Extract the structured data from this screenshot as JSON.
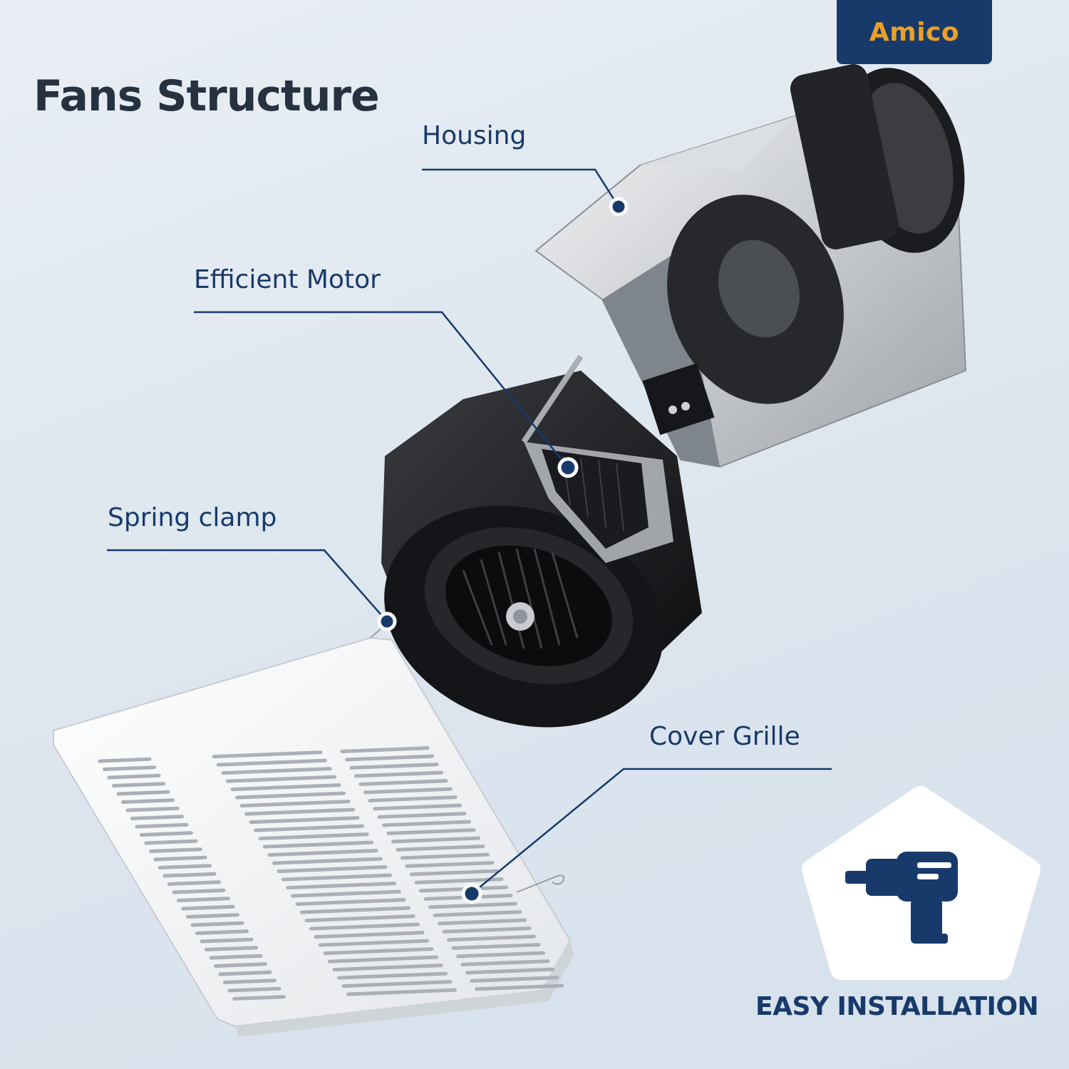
{
  "brand": {
    "logo_text": "Amico"
  },
  "title": "Fans Structure",
  "callouts": {
    "housing": "Housing",
    "motor": "Efficient Motor",
    "clamp": "Spring clamp",
    "grille": "Cover Grille"
  },
  "badge": {
    "label": "EASY INSTALLATION",
    "icon": "drill-icon"
  },
  "colors": {
    "brand_navy": "#173a6b",
    "logo_accent": "#e9a02b"
  }
}
